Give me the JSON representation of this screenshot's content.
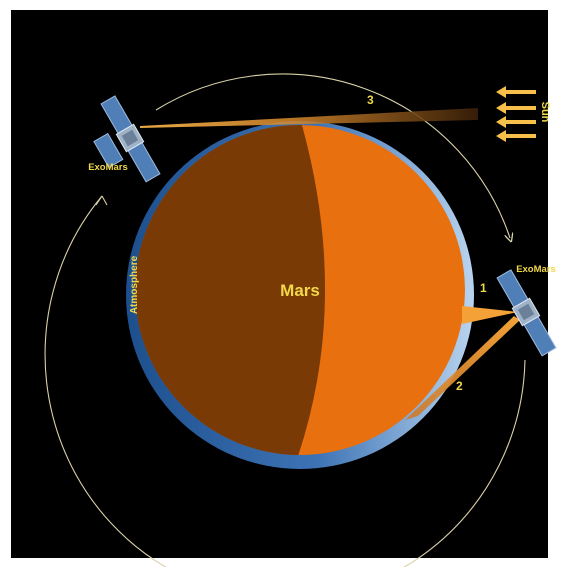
{
  "diagram": {
    "planet_label": "Mars",
    "atmosphere_label": "Atmosphere",
    "spacecraft_label_left": "ExoMars",
    "spacecraft_label_right": "ExoMars",
    "sun_label": "Sun",
    "path_1_label": "1",
    "path_2_label": "2",
    "path_3_label": "3"
  },
  "colors": {
    "background": "#000000",
    "frame": "#ffffff",
    "mars_night": "#7a3a06",
    "mars_day": "#e9700f",
    "atmosphere_dark": "#1d4f8d",
    "atmosphere_light": "#a9c8e8",
    "label_yellow": "#f0d84a",
    "ray_orange": "#f4a238",
    "sun_arrow": "#f6c04a",
    "orbit_line": "#d9d1a8"
  },
  "icons": {
    "spacecraft": "satellite-icon",
    "sun_arrows": "arrow-left-icon"
  }
}
